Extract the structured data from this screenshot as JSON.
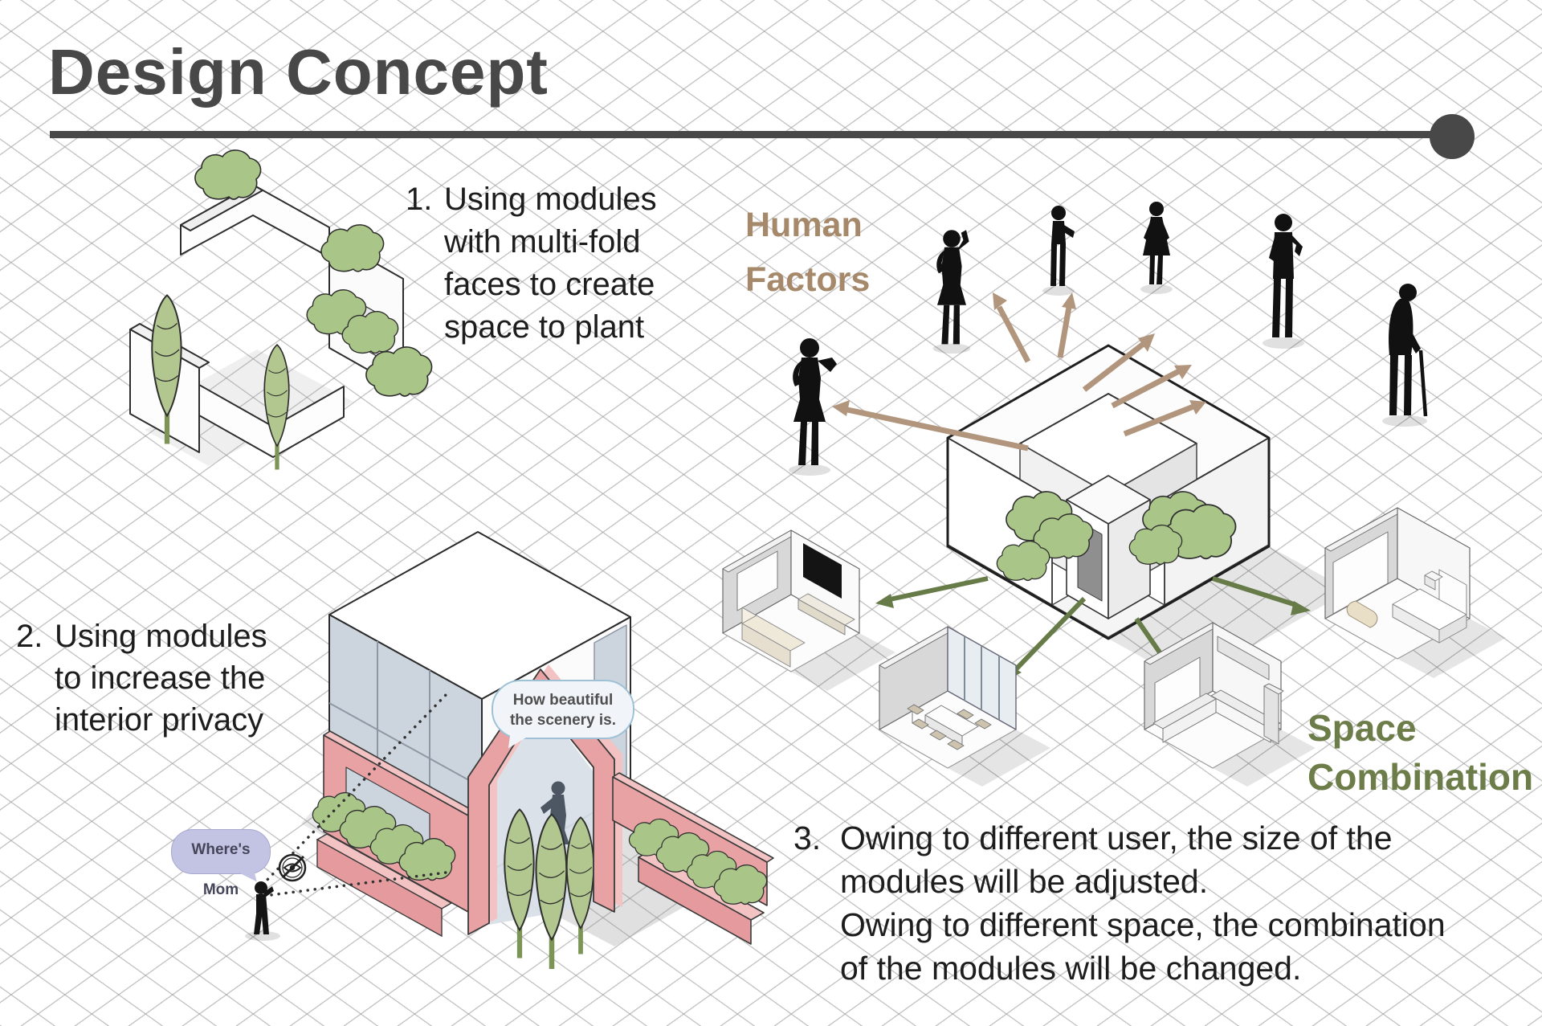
{
  "title": "Design Concept",
  "concepts": [
    {
      "number": "1.",
      "lines": [
        "Using modules",
        "with multi-fold",
        "faces to create",
        "space to plant"
      ]
    },
    {
      "number": "2.",
      "lines": [
        "Using modules",
        "to increase the",
        "interior privacy"
      ]
    },
    {
      "number": "3.",
      "lines": [
        "Owing to different user, the size of the",
        "modules will be adjusted.",
        "Owing to different space, the combination",
        "of the modules will be changed."
      ]
    }
  ],
  "labels": {
    "human_factors": [
      "Human",
      "Factors"
    ],
    "space_combination": [
      "Space",
      "Combination"
    ]
  },
  "bubbles": {
    "scenery": [
      "How beautiful",
      "the scenery is."
    ],
    "mom": "Where's Mom"
  },
  "icons": {
    "privacy": "eye-crossed-icon"
  },
  "colors": {
    "title_gray": "#484848",
    "text_dark": "#1d1d1d",
    "human_factors_tan": "#a5896a",
    "space_combination_olive": "#6d7d49",
    "arrow_tan": "#b1957c",
    "arrow_green": "#667b47",
    "module_pink": "#e9a2a4",
    "plant_green": "#aac587",
    "glass_blue": "#ccd4dd",
    "silhouette_black": "#111111"
  }
}
